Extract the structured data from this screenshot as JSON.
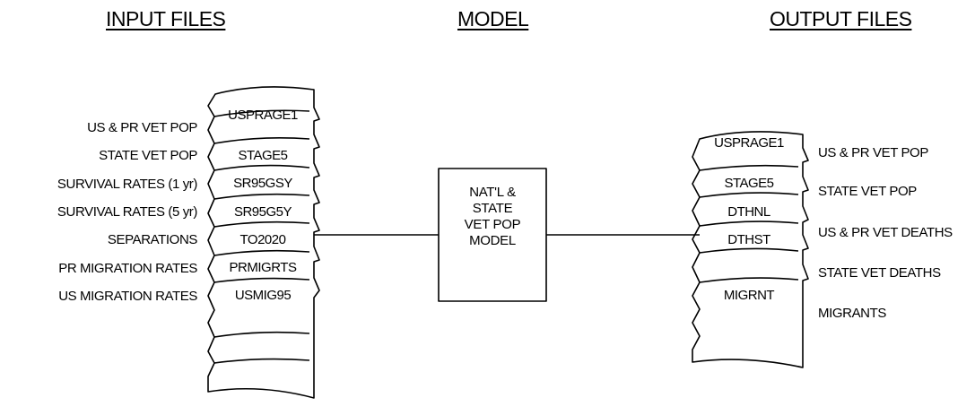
{
  "headers": {
    "input": "INPUT FILES",
    "model": "MODEL",
    "output": "OUTPUT FILES"
  },
  "model_box": {
    "lines": [
      "NAT'L &",
      "STATE",
      "VET POP",
      "MODEL"
    ]
  },
  "input_files": [
    {
      "label": "US & PR VET POP",
      "file": "USPRAGE1"
    },
    {
      "label": "STATE VET POP",
      "file": "STAGE5"
    },
    {
      "label": "SURVIVAL RATES (1 yr)",
      "file": "SR95GSY"
    },
    {
      "label": "SURVIVAL RATES (5 yr)",
      "file": "SR95G5Y"
    },
    {
      "label": "SEPARATIONS",
      "file": "TO2020"
    },
    {
      "label": "PR MIGRATION RATES",
      "file": "PRMIGRTS"
    },
    {
      "label": "US MIGRATION RATES",
      "file": "USMIG95"
    }
  ],
  "output_files": [
    {
      "label": "US & PR VET POP",
      "file": "USPRAGE1"
    },
    {
      "label": "STATE VET POP",
      "file": "STAGE5"
    },
    {
      "label": "US & PR VET DEATHS",
      "file": "DTHNL"
    },
    {
      "label": "STATE VET DEATHS",
      "file": "DTHST"
    },
    {
      "label": "MIGRANTS",
      "file": "MIGRNT"
    }
  ]
}
